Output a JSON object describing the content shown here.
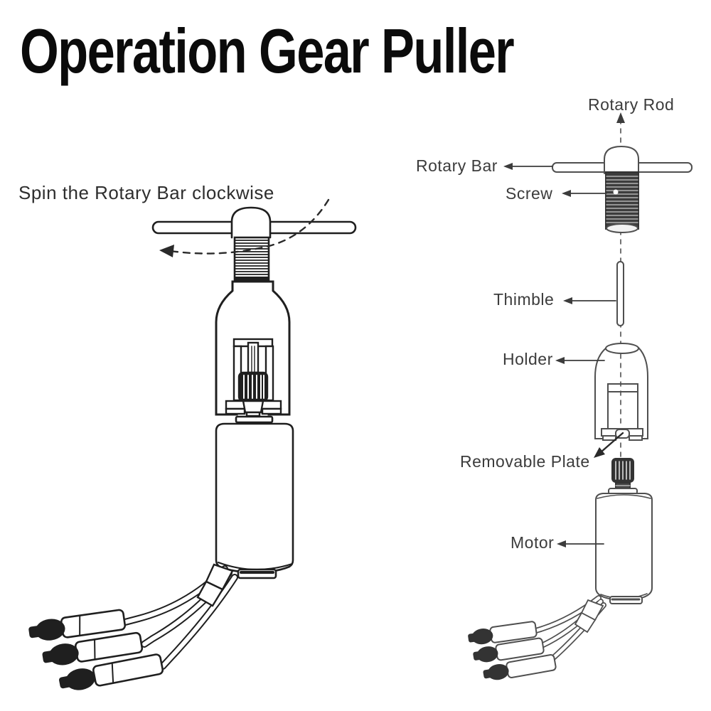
{
  "title": "Operation Gear Puller",
  "left_figure": {
    "caption": "Spin the Rotary Bar clockwise"
  },
  "right_figure": {
    "labels": {
      "rotary_rod": "Rotary Rod",
      "rotary_bar": "Rotary Bar",
      "screw": "Screw",
      "thimble": "Thimble",
      "holder": "Holder",
      "removable_plate": "Removable Plate",
      "motor": "Motor"
    }
  },
  "colors": {
    "background": "#ffffff",
    "left_figure_ink": "#1f1f1f",
    "right_figure_ink": "#4f4f4f",
    "label_text": "#3c3c3c",
    "title_text": "#0b0b0b"
  }
}
